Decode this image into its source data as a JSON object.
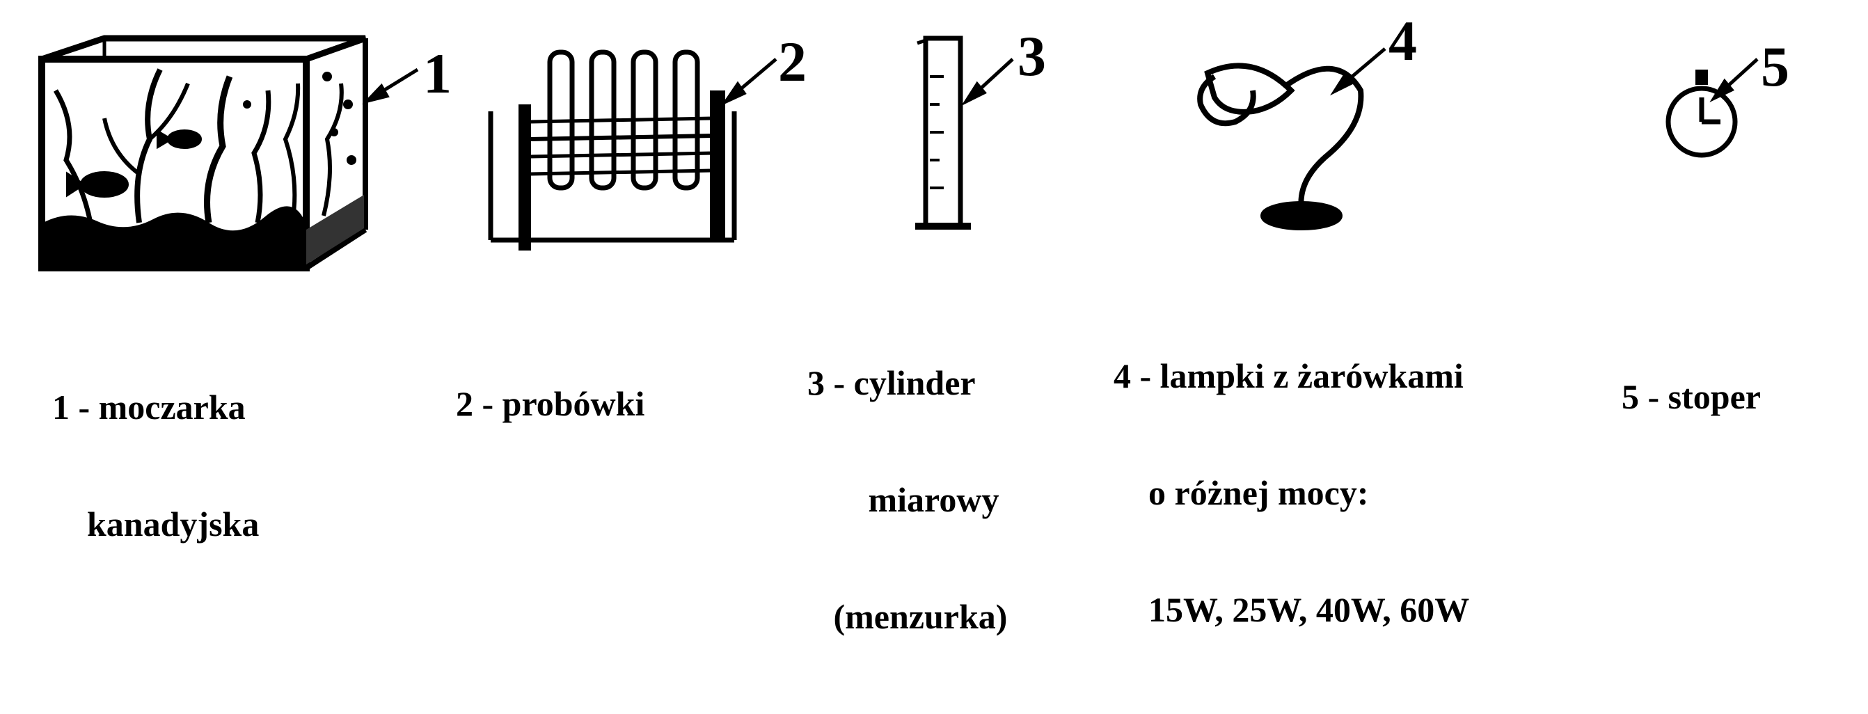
{
  "items": [
    {
      "number": "1",
      "label_lines": [
        "1 - moczarka",
        "    kanadyjska"
      ],
      "icon": "aquarium-icon"
    },
    {
      "number": "2",
      "label_lines": [
        "2 - probówki"
      ],
      "icon": "test-tube-rack-icon"
    },
    {
      "number": "3",
      "label_lines": [
        "3 - cylinder",
        "       miarowy",
        "   (menzurka)"
      ],
      "icon": "measuring-cylinder-icon"
    },
    {
      "number": "4",
      "label_lines": [
        "4 - lampki z żarówkami",
        "    o różnej mocy:",
        "    15W, 25W, 40W, 60W"
      ],
      "icon": "desk-lamp-icon"
    },
    {
      "number": "5",
      "label_lines": [
        "5 - stoper"
      ],
      "icon": "stopwatch-icon"
    }
  ]
}
